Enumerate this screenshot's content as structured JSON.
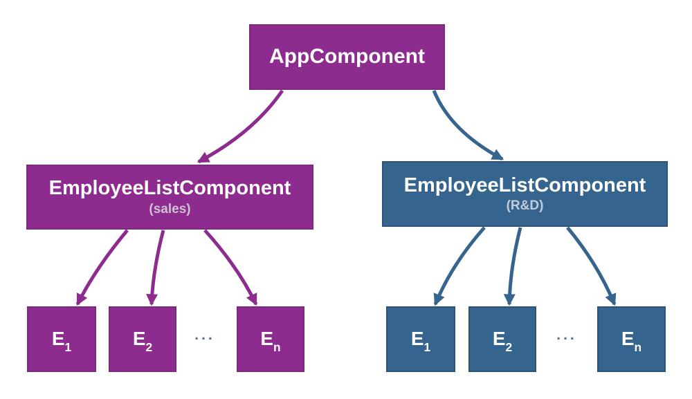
{
  "colors": {
    "purple": "#8e2b8f",
    "blue": "#35648f",
    "subtitle_on_purple": "#ccc3ce",
    "subtitle_on_blue": "#c3ccd8",
    "dots": "#4a72a2",
    "text": "#ffffff",
    "background": "#ffffff"
  },
  "root": {
    "label": "AppComponent"
  },
  "sales_tree": {
    "title": "EmployeeListComponent",
    "subtitle": "(sales)",
    "ellipsis": "...",
    "employees": [
      {
        "base": "E",
        "sub": "1"
      },
      {
        "base": "E",
        "sub": "2"
      },
      {
        "base": "E",
        "sub": "n"
      }
    ]
  },
  "rnd_tree": {
    "title": "EmployeeListComponent",
    "subtitle": "(R&D)",
    "ellipsis": "...",
    "employees": [
      {
        "base": "E",
        "sub": "1"
      },
      {
        "base": "E",
        "sub": "2"
      },
      {
        "base": "E",
        "sub": "n"
      }
    ]
  }
}
